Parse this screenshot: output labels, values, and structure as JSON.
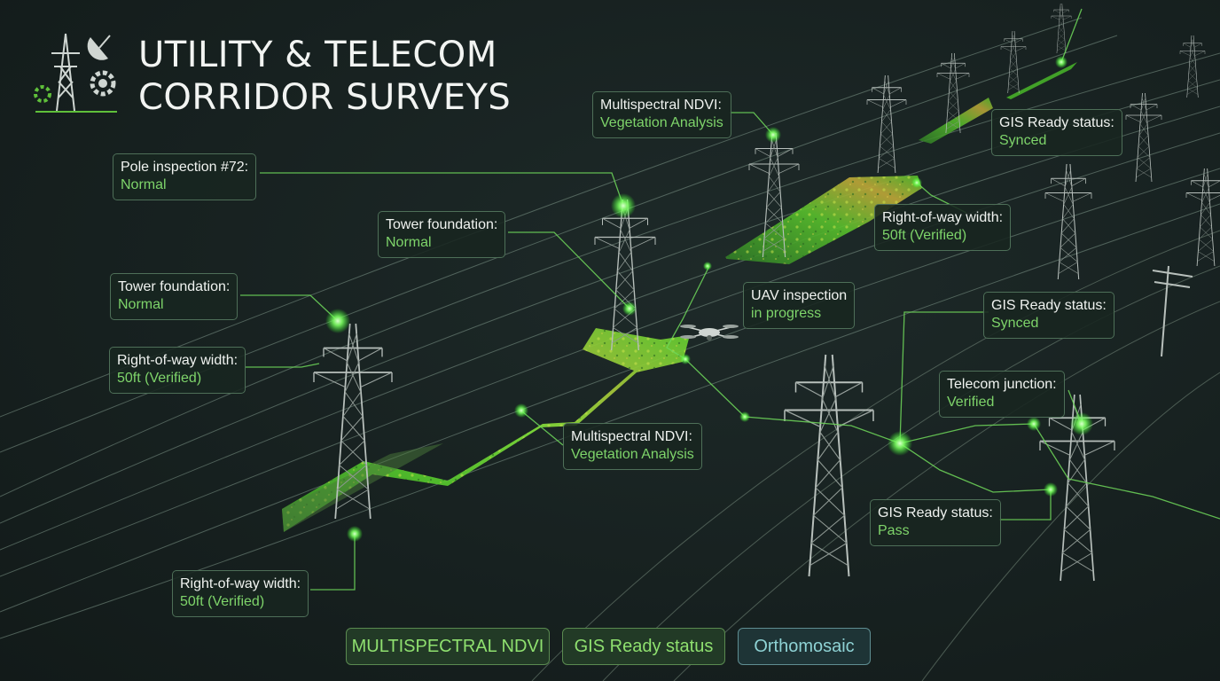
{
  "title": {
    "line1": "UTILITY & TELECOM",
    "line2": "CORRIDOR SURVEYS"
  },
  "logo": {
    "icons": [
      "transmission-tower-icon",
      "satellite-dish-icon",
      "gear-icon"
    ]
  },
  "callouts": [
    {
      "id": "pole-inspection-72",
      "label": "Pole inspection #72:",
      "value": "Normal"
    },
    {
      "id": "ndvi-top",
      "label": "Multispectral NDVI:",
      "value": "Vegetation Analysis"
    },
    {
      "id": "gis-top-right",
      "label": "GIS Ready status:",
      "value": "Synced"
    },
    {
      "id": "tower-foundation-center",
      "label": "Tower foundation:",
      "value": "Normal"
    },
    {
      "id": "row-width-right",
      "label": "Right-of-way width:",
      "value": "50ft (Verified)"
    },
    {
      "id": "tower-foundation-left",
      "label": "Tower foundation:",
      "value": "Normal"
    },
    {
      "id": "uav-inspection",
      "label": "UAV inspection",
      "value": "in progress"
    },
    {
      "id": "gis-middle-right",
      "label": "GIS Ready status:",
      "value": "Synced"
    },
    {
      "id": "row-width-left",
      "label": "Right-of-way width:",
      "value": "50ft (Verified)"
    },
    {
      "id": "telecom-junction",
      "label": "Telecom junction:",
      "value": "Verified"
    },
    {
      "id": "ndvi-center",
      "label": "Multispectral NDVI:",
      "value": "Vegetation Analysis"
    },
    {
      "id": "gis-pass",
      "label": "GIS Ready status:",
      "value": "Pass"
    },
    {
      "id": "row-width-bottom",
      "label": "Right-of-way width:",
      "value": "50ft (Verified)"
    }
  ],
  "legend": [
    {
      "label": "MULTISPECTRAL NDVI"
    },
    {
      "label": "GIS Ready status"
    },
    {
      "label": "Orthomosaic"
    }
  ],
  "colors": {
    "background": "#172120",
    "accent_green": "#7ed46a",
    "node_glow": "#9cff8a",
    "legend_teal": "#8ed2d4"
  }
}
